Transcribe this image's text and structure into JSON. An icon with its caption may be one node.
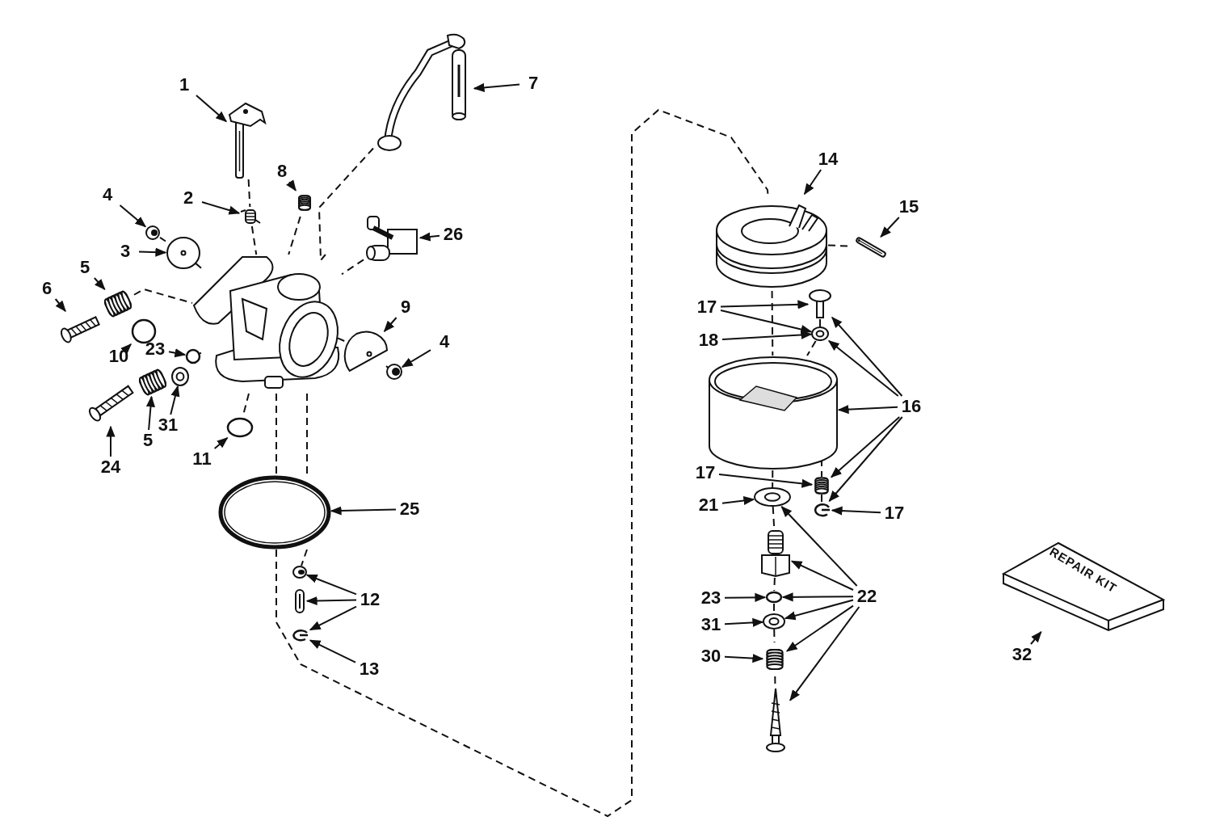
{
  "diagram": {
    "nodes": [
      {
        "text": [
          "1"
        ]
      },
      {
        "text": [
          "7"
        ]
      },
      {
        "text": [
          "8"
        ]
      },
      {
        "text": [
          "2"
        ]
      },
      {
        "text": [
          "4"
        ]
      },
      {
        "text": [
          "3"
        ]
      },
      {
        "text": [
          "26"
        ]
      },
      {
        "text": [
          "5"
        ]
      },
      {
        "text": [
          "6"
        ]
      },
      {
        "text": [
          "9"
        ]
      },
      {
        "text": [
          "10"
        ]
      },
      {
        "text": [
          "23"
        ]
      },
      {
        "text": [
          "4"
        ]
      },
      {
        "text": [
          "31"
        ]
      },
      {
        "text": [
          "5"
        ]
      },
      {
        "text": [
          "24"
        ]
      },
      {
        "text": [
          "11"
        ]
      },
      {
        "text": [
          "25"
        ]
      },
      {
        "text": [
          "12"
        ]
      },
      {
        "text": [
          "13"
        ]
      },
      {
        "text": [
          "14"
        ]
      },
      {
        "text": [
          "15"
        ]
      },
      {
        "text": [
          "17"
        ]
      },
      {
        "text": [
          "18"
        ]
      },
      {
        "text": [
          "16"
        ]
      },
      {
        "text": [
          "17"
        ]
      },
      {
        "text": [
          "21"
        ]
      },
      {
        "text": [
          "17"
        ]
      },
      {
        "text": [
          "23"
        ]
      },
      {
        "text": [
          "22"
        ]
      },
      {
        "text": [
          "31"
        ]
      },
      {
        "text": [
          "30"
        ]
      },
      {
        "text": [
          "32"
        ]
      },
      {
        "text": [],
        "shape": "picture"
      },
      {
        "text": [],
        "shape": "picture"
      },
      {
        "text": [],
        "shape": "picture"
      },
      {
        "text": [],
        "shape": "picture"
      },
      {
        "text": [],
        "shape": "picture"
      },
      {
        "text": [],
        "shape": "picture"
      },
      {
        "text": [],
        "shape": "picture"
      },
      {
        "text": [],
        "shape": "picture"
      },
      {
        "text": [],
        "shape": "picture"
      },
      {
        "text": [],
        "shape": "picture"
      },
      {
        "text": [],
        "shape": "picture"
      },
      {
        "text": [],
        "shape": "circle"
      },
      {
        "text": [],
        "shape": "circle"
      },
      {
        "text": [],
        "shape": "picture"
      },
      {
        "text": [],
        "shape": "picture"
      },
      {
        "text": [],
        "shape": "picture"
      },
      {
        "text": [],
        "shape": "circle"
      },
      {
        "text": [],
        "shape": "picture"
      },
      {
        "text": [],
        "shape": "picture"
      },
      {
        "text": [],
        "shape": "picture"
      },
      {
        "text": [],
        "shape": "picture"
      },
      {
        "text": [],
        "shape": "picture"
      },
      {
        "text": [],
        "shape": "picture"
      },
      {
        "text": [],
        "shape": "picture"
      },
      {
        "text": [],
        "shape": "picture"
      },
      {
        "text": [],
        "shape": "picture"
      },
      {
        "text": [],
        "shape": "picture"
      },
      {
        "text": [],
        "shape": "picture"
      },
      {
        "text": [],
        "shape": "picture"
      },
      {
        "text": [],
        "shape": "picture"
      },
      {
        "text": [],
        "shape": "circle"
      },
      {
        "text": [],
        "shape": "picture"
      },
      {
        "text": [],
        "shape": "picture"
      },
      {
        "text": [],
        "shape": "picture"
      },
      {
        "text": [
          "REPAIR KIT"
        ]
      },
      {
        "text": [],
        "shape": "picture"
      }
    ],
    "edges": [
      {
        "from": 0,
        "to": 33,
        "arrow": "to"
      },
      {
        "from": 1,
        "to": 34,
        "arrow": "to"
      },
      {
        "from": 2,
        "to": 35,
        "arrow": "to"
      },
      {
        "from": 3,
        "to": 36,
        "arrow": "to"
      },
      {
        "from": 4,
        "to": 37,
        "arrow": "to"
      },
      {
        "from": 5,
        "to": 38,
        "arrow": "to"
      },
      {
        "from": 6,
        "to": 39,
        "arrow": "to"
      },
      {
        "from": 7,
        "to": 40,
        "arrow": "to"
      },
      {
        "from": 8,
        "to": 41,
        "arrow": "to"
      },
      {
        "from": 9,
        "to": 42,
        "arrow": "to"
      },
      {
        "from": 10,
        "to": 44,
        "arrow": "to"
      },
      {
        "from": 11,
        "to": 45,
        "arrow": "to"
      },
      {
        "from": 12,
        "to": 43,
        "arrow": "to"
      },
      {
        "from": 13,
        "to": 46,
        "arrow": "to"
      },
      {
        "from": 14,
        "to": 47,
        "arrow": "to"
      },
      {
        "from": 15,
        "to": 48,
        "arrow": "to"
      },
      {
        "from": 16,
        "to": 49,
        "arrow": "to"
      },
      {
        "from": 17,
        "to": 50,
        "arrow": "to"
      },
      {
        "from": 18,
        "to": 51,
        "arrow": "to"
      },
      {
        "from": 18,
        "to": 52,
        "arrow": "to"
      },
      {
        "from": 18,
        "to": 53,
        "arrow": "to"
      },
      {
        "from": 19,
        "to": 53,
        "arrow": "to"
      },
      {
        "from": 20,
        "to": 54,
        "arrow": "to"
      },
      {
        "from": 21,
        "to": 55,
        "arrow": "to"
      },
      {
        "from": 22,
        "to": 56,
        "arrow": "to"
      },
      {
        "from": 22,
        "to": 57,
        "arrow": "to"
      },
      {
        "from": 23,
        "to": 57,
        "arrow": "to"
      },
      {
        "from": 24,
        "to": 56,
        "arrow": "to"
      },
      {
        "from": 24,
        "to": 57,
        "arrow": "to"
      },
      {
        "from": 24,
        "to": 58,
        "arrow": "to"
      },
      {
        "from": 24,
        "to": 59,
        "arrow": "to"
      },
      {
        "from": 24,
        "to": 60,
        "arrow": "to"
      },
      {
        "from": 25,
        "to": 59,
        "arrow": "to"
      },
      {
        "from": 26,
        "to": 61,
        "arrow": "to"
      },
      {
        "from": 27,
        "to": 60,
        "arrow": "to"
      },
      {
        "from": 29,
        "to": 61,
        "arrow": "to"
      },
      {
        "from": 29,
        "to": 62,
        "arrow": "to"
      },
      {
        "from": 29,
        "to": 63,
        "arrow": "to"
      },
      {
        "from": 29,
        "to": 64,
        "arrow": "to"
      },
      {
        "from": 29,
        "to": 65,
        "arrow": "to"
      },
      {
        "from": 29,
        "to": 66,
        "arrow": "to"
      },
      {
        "from": 28,
        "to": 63,
        "arrow": "to"
      },
      {
        "from": 30,
        "to": 64,
        "arrow": "to"
      },
      {
        "from": 31,
        "to": 65,
        "arrow": "to"
      },
      {
        "from": 32,
        "to": 67,
        "arrow": "to"
      },
      {
        "from": 33,
        "to": 36,
        "arrow": "none",
        "style": "dashed"
      },
      {
        "from": 36,
        "to": 68,
        "arrow": "none",
        "style": "dashed"
      },
      {
        "from": 34,
        "to": 68,
        "arrow": "none",
        "style": "dashed"
      },
      {
        "from": 35,
        "to": 68,
        "arrow": "none",
        "style": "dashed"
      },
      {
        "from": 68,
        "to": 50,
        "arrow": "none",
        "style": "dashed"
      },
      {
        "from": 68,
        "to": 50,
        "arrow": "none",
        "style": "dashed"
      },
      {
        "from": 54,
        "to": 58,
        "arrow": "none",
        "style": "dashed"
      },
      {
        "from": 58,
        "to": 61,
        "arrow": "none",
        "style": "dashed"
      },
      {
        "from": 61,
        "to": 62,
        "arrow": "none",
        "style": "dashed"
      },
      {
        "from": 62,
        "to": 63,
        "arrow": "none",
        "style": "dashed"
      },
      {
        "from": 63,
        "to": 64,
        "arrow": "none",
        "style": "dashed"
      },
      {
        "from": 64,
        "to": 65,
        "arrow": "none",
        "style": "dashed"
      },
      {
        "from": 65,
        "to": 66,
        "arrow": "none",
        "style": "dashed"
      },
      {
        "from": 54,
        "to": 55,
        "arrow": "none",
        "style": "dashed"
      },
      {
        "from": 40,
        "to": 68,
        "arrow": "none",
        "style": "dashed"
      },
      {
        "from": 39,
        "to": 68,
        "arrow": "none",
        "style": "dashed"
      },
      {
        "from": 45,
        "to": 68,
        "arrow": "none",
        "style": "dashed"
      },
      {
        "from": 38,
        "to": 68,
        "arrow": "none",
        "style": "dashed"
      },
      {
        "from": 37,
        "to": 38,
        "arrow": "none",
        "style": "dashed"
      },
      {
        "from": 42,
        "to": 68,
        "arrow": "none",
        "style": "dashed"
      },
      {
        "from": 43,
        "to": 42,
        "arrow": "none",
        "style": "dashed"
      },
      {
        "from": 68,
        "to": 49,
        "arrow": "none",
        "style": "dashed"
      },
      {
        "from": 56,
        "to": 57,
        "arrow": "none",
        "style": "dashed"
      },
      {
        "from": 57,
        "to": 58,
        "arrow": "none",
        "style": "dashed"
      },
      {
        "from": 58,
        "to": 59,
        "arrow": "none",
        "style": "dashed"
      },
      {
        "from": 59,
        "to": 60,
        "arrow": "none",
        "style": "dashed"
      },
      {
        "from": 50,
        "to": 51,
        "arrow": "none",
        "style": "dashed"
      },
      {
        "from": 50,
        "to": 54,
        "arrow": "none",
        "style": "dashed"
      }
    ]
  }
}
